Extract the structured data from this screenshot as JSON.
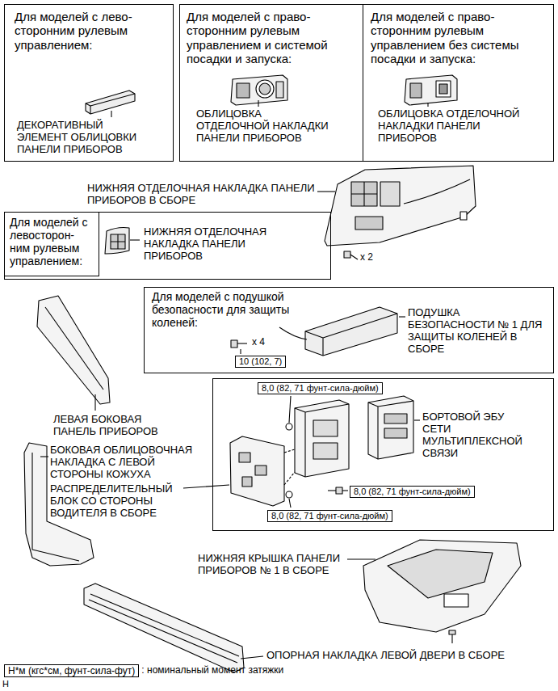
{
  "diagram": {
    "nodes": [
      {
        "text": [
          "Для моделей с лево- сторонним рулевым управлением:",
          "ДЕКОРАТИВНЫЙ ЭЛЕМЕНТ ОБЛИЦОВКИ ПАНЕЛИ ПРИБОРОВ"
        ]
      },
      {
        "text": [
          "Для моделей с право- сторонним рулевым управлением и системой посадки и запуска:",
          "ОБЛИЦОВКА ОТДЕЛОЧНОЙ НАКЛАДКИ ПАНЕЛИ ПРИБОРОВ"
        ]
      },
      {
        "text": [
          "Для моделей с право- сторонним рулевым управлением без системы посадки и запуска:",
          "ОБЛИЦОВКА ОТДЕЛОЧНОЙ НАКЛАДКИ ПАНЕЛИ ПРИБОРОВ"
        ]
      },
      {
        "text": [
          "НИЖНЯЯ ОТДЕЛОЧНАЯ НАКЛАДКА ПАНЕЛИ ПРИБОРОВ"
        ]
      },
      {
        "text": [
          "Для моделей с левосторон- ним рулевым управлением:"
        ],
        "in": 3
      },
      {
        "text": [
          "Для моделей с подушкой безопасности для защиты коленей:",
          "ПОДУШКА БЕЗОПАСНОСТИ № 1 ДЛЯ ЗАЩИТЫ КОЛЕНЕЙ В СБОРЕ",
          "x 4"
        ]
      },
      {
        "text": [
          "10 (102, 7)"
        ],
        "in": 5
      },
      {
        "text": [
          "БОРТОВОЙ ЭБУ СЕТИ МУЛЬТИПЛЕКСНОЙ СВЯЗИ"
        ]
      },
      {
        "text": [
          "8,0 (82, 71 фунт-сила-дюйм)"
        ],
        "in": 7
      },
      {
        "text": [
          "8,0 (82, 71 фунт-сила-дюйм)"
        ],
        "in": 7
      },
      {
        "text": [
          "8,0 (82, 71 фунт-сила-дюйм)"
        ],
        "in": 7
      },
      {
        "text": [
          "Н*м (кгс*см, фунт-сила-фут)"
        ]
      }
    ],
    "labels": [
      "НИЖНЯЯ ОТДЕЛОЧНАЯ НАКЛАДКА ПАНЕЛИ ПРИБОРОВ В СБОРЕ",
      "x 2",
      "ЛЕВАЯ БОКОВАЯ ПАНЕЛЬ ПРИБОРОВ",
      "БОКОВАЯ ОБЛИЦОВОЧНАЯ НАКЛАДКА С ЛЕВОЙ СТОРОНЫ КОЖУХА",
      "РАСПРЕДЕЛИТЕЛЬНЫЙ БЛОК СО СТОРОНЫ ВОДИТЕЛЯ В СБОРЕ",
      "НИЖНЯЯ КРЫШКА ПАНЕЛИ ПРИБОРОВ № 1 В СБОРЕ",
      "ОПОРНАЯ НАКЛАДКА ЛЕВОЙ ДВЕРИ В СБОРЕ",
      "H"
    ],
    "legend": [
      {
        "text": ": номинальный момент затяжки"
      }
    ]
  }
}
